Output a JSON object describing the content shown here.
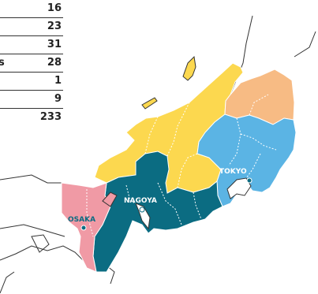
{
  "table": {
    "values": [
      "16",
      "23",
      "31",
      "28",
      "1",
      "9",
      "233"
    ],
    "row4_cut_glyph": "s"
  },
  "cities": {
    "tokyo": "TOKYO",
    "nagoya": "NAGOYA",
    "osaka": "OSAKA"
  },
  "colors": {
    "yellow": "#fcd84f",
    "peach": "#f7bb84",
    "light_blue": "#5bb4e4",
    "teal": "#0b6c82",
    "pink": "#f09aa5",
    "outline": "#333333",
    "city_dot": "#0b6c82"
  }
}
